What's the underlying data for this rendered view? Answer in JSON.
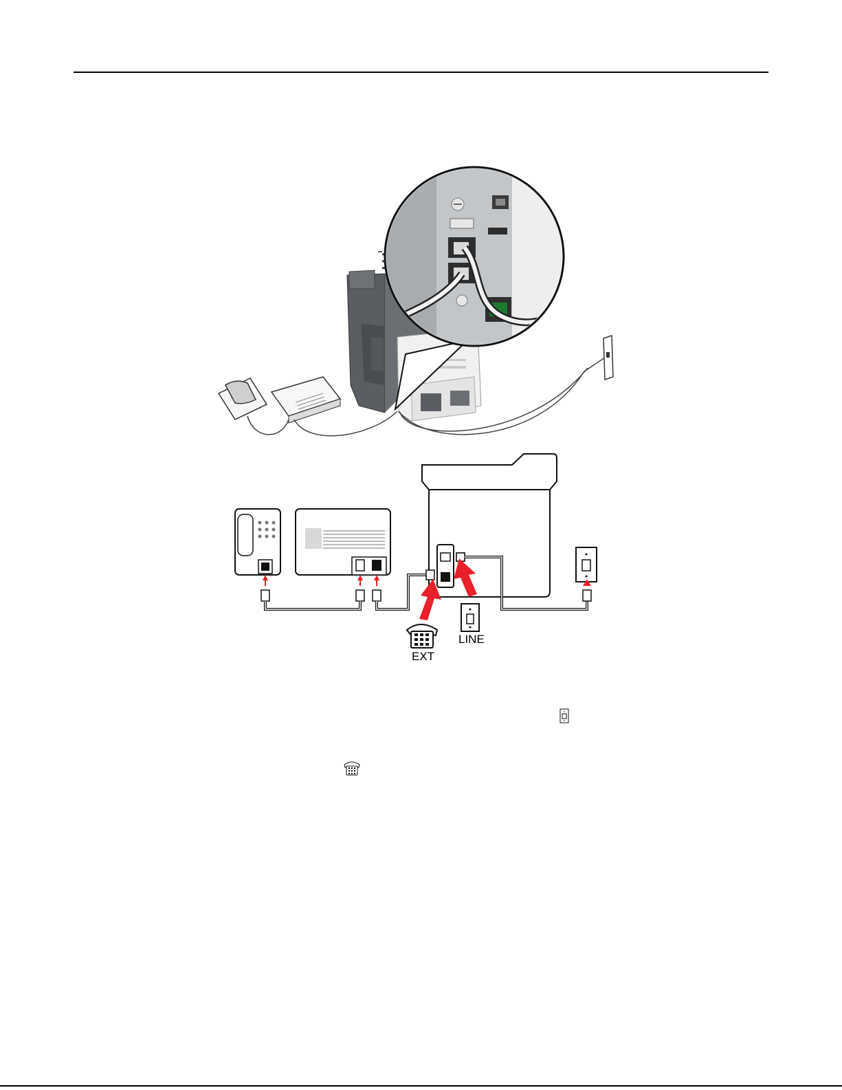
{
  "diagram": {
    "labels": {
      "ext": "EXT",
      "line": "LINE"
    },
    "icons": {
      "illustration": "printer-fax-connection-illustration",
      "wall_jack": "wall-jack-icon",
      "phone": "telephone-icon",
      "arrow_color": "#e8202a"
    }
  }
}
